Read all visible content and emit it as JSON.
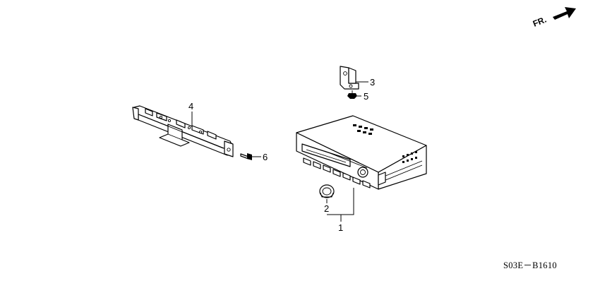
{
  "diagram": {
    "direction_label": "FR.",
    "drawing_code": "S03E－B1610",
    "callouts": [
      {
        "id": "1",
        "part": "radio-unit"
      },
      {
        "id": "2",
        "part": "knob"
      },
      {
        "id": "3",
        "part": "bracket"
      },
      {
        "id": "4",
        "part": "stay"
      },
      {
        "id": "5",
        "part": "bolt"
      },
      {
        "id": "6",
        "part": "screw"
      }
    ]
  }
}
